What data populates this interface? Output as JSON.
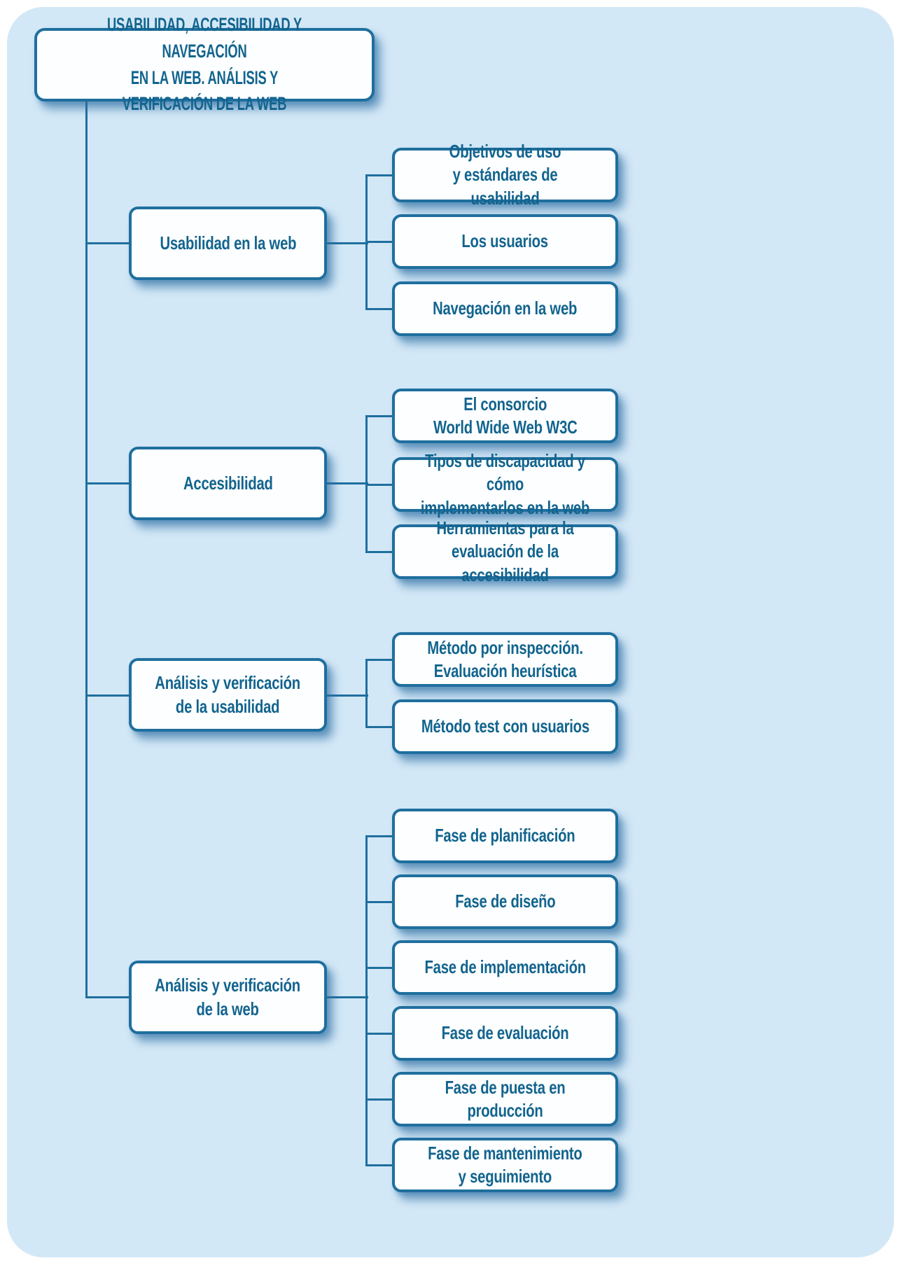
{
  "colors": {
    "page_background": "#ffffff",
    "panel_background": "#d3e8f7",
    "box_fill": "#fdfeff",
    "accent_border_lines": "#1f6f9e",
    "text": "#12648e",
    "shadow": "#2f70a3"
  },
  "root": {
    "label": "USABILIDAD, ACCESIBILIDAD Y NAVEGACIÓN\nEN LA WEB. ANÁLISIS Y VERIFICACIÓN DE LA WEB"
  },
  "branches": [
    {
      "label": "Usabilidad en la web",
      "children": [
        {
          "label": "Objetivos de uso\ny estándares de usabilidad"
        },
        {
          "label": "Los usuarios"
        },
        {
          "label": "Navegación en la web"
        }
      ]
    },
    {
      "label": "Accesibilidad",
      "children": [
        {
          "label": "El consorcio\nWorld Wide Web W3C"
        },
        {
          "label": "Tipos de discapacidad y cómo\nimplementarlos en la web"
        },
        {
          "label": "Herramientas para la\nevaluación de la accesibilidad"
        }
      ]
    },
    {
      "label": "Análisis y verificación\nde la usabilidad",
      "children": [
        {
          "label": "Método por inspección.\nEvaluación heurística"
        },
        {
          "label": "Método test con usuarios"
        }
      ]
    },
    {
      "label": "Análisis y verificación\nde la web",
      "children": [
        {
          "label": "Fase de planificación"
        },
        {
          "label": "Fase de diseño"
        },
        {
          "label": "Fase de implementación"
        },
        {
          "label": "Fase de evaluación"
        },
        {
          "label": "Fase de puesta en producción"
        },
        {
          "label": "Fase de mantenimiento\ny seguimiento"
        }
      ]
    }
  ]
}
